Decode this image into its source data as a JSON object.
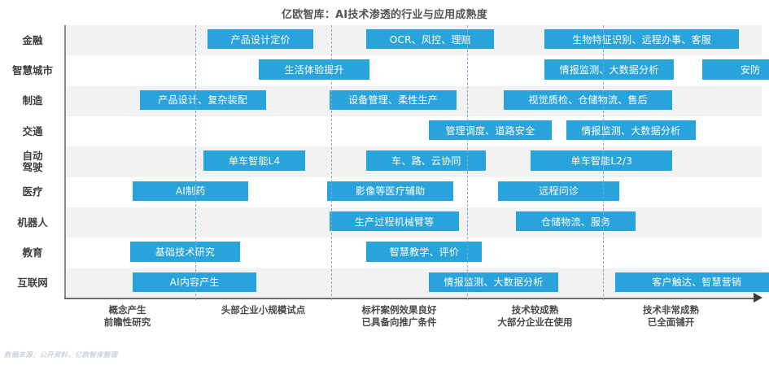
{
  "chart_data": {
    "type": "bar",
    "title": "亿欧智库：AI技术渗透的行业与应用成熟度",
    "xlabel": "",
    "ylabel": "",
    "grid": true,
    "legend_position": "none",
    "accent_color": "#29A3DC",
    "band_color": "#F2F2F2",
    "axis_color": "#6D6D6D",
    "gridline_color": "#7FA8C9",
    "xlim": [
      0,
      5
    ],
    "x_tick_positions": [
      0.5,
      1.5,
      2.5,
      3.5,
      4.5
    ],
    "x_tick_labels": [
      "概念产生\n前瞻性研究",
      "头部企业小规模试点",
      "标杆案例效果良好\n已具备向推广条件",
      "技术较成熟\n大部分企业在使用",
      "技术非常成熟\n已全面铺开"
    ],
    "x_ticks": [
      {
        "line1": "概念产生",
        "line2": "前瞻性研究"
      },
      {
        "line1": "头部企业小规模试点",
        "line2": ""
      },
      {
        "line1": "标杆案例效果良好",
        "line2": "已具备向推广条件"
      },
      {
        "line1": "技术较成熟",
        "line2": "大部分企业在使用"
      },
      {
        "line1": "技术非常成熟",
        "line2": "已全面铺开"
      }
    ],
    "categories": [
      "金融",
      "智慧城市",
      "制造",
      "交通",
      "自动驾驶",
      "医疗",
      "机器人",
      "教育",
      "互联网"
    ],
    "rows": [
      {
        "category": "金融",
        "label_line1": "金融",
        "label_line2": "",
        "bars": [
          {
            "label": "产品设计定价",
            "start": 1.09,
            "end": 1.87
          },
          {
            "label": "OCR、风控、理赔",
            "start": 2.26,
            "end": 3.2
          },
          {
            "label": "生物特征识别、远程办事、客服",
            "start": 3.57,
            "end": 5.0
          }
        ]
      },
      {
        "category": "智慧城市",
        "label_line1": "智慧城市",
        "label_line2": "",
        "bars": [
          {
            "label": "生活体验提升",
            "start": 1.47,
            "end": 2.28
          },
          {
            "label": "情报监测、大数据分析",
            "start": 3.57,
            "end": 4.52
          },
          {
            "label": "安防",
            "start": 4.73,
            "end": 5.44
          }
        ]
      },
      {
        "category": "制造",
        "label_line1": "制造",
        "label_line2": "",
        "bars": [
          {
            "label": "产品设计、复杂装配",
            "start": 0.59,
            "end": 1.52
          },
          {
            "label": "设备管理、柔性生产",
            "start": 1.99,
            "end": 2.92
          },
          {
            "label": "视觉质检、仓储物流、售后",
            "start": 3.27,
            "end": 4.51
          }
        ]
      },
      {
        "category": "交通",
        "label_line1": "交通",
        "label_line2": "",
        "bars": [
          {
            "label": "管理调度、道路安全",
            "start": 2.72,
            "end": 3.62
          },
          {
            "label": "情报监测、大数据分析",
            "start": 3.73,
            "end": 4.68
          }
        ]
      },
      {
        "category": "自动驾驶",
        "label_line1": "自动",
        "label_line2": "驾驶",
        "bars": [
          {
            "label": "单车智能L4",
            "start": 1.06,
            "end": 1.81
          },
          {
            "label": "车、路、云协同",
            "start": 2.26,
            "end": 3.14
          },
          {
            "label": "单车智能L2/3",
            "start": 3.47,
            "end": 4.51
          }
        ]
      },
      {
        "category": "医疗",
        "label_line1": "医疗",
        "label_line2": "",
        "bars": [
          {
            "label": "AI制药",
            "start": 0.54,
            "end": 1.39
          },
          {
            "label": "影像等医疗辅助",
            "start": 1.97,
            "end": 2.9
          },
          {
            "label": "远程问诊",
            "start": 3.23,
            "end": 4.12
          }
        ]
      },
      {
        "category": "机器人",
        "label_line1": "机器人",
        "label_line2": "",
        "bars": [
          {
            "label": "生产过程机械臂等",
            "start": 1.99,
            "end": 2.94
          },
          {
            "label": "仓储物流、服务",
            "start": 3.36,
            "end": 4.24
          }
        ]
      },
      {
        "category": "教育",
        "label_line1": "教育",
        "label_line2": "",
        "bars": [
          {
            "label": "基础技术研究",
            "start": 0.52,
            "end": 1.33
          },
          {
            "label": "智慧教学、评价",
            "start": 2.26,
            "end": 3.11
          }
        ]
      },
      {
        "category": "互联网",
        "label_line1": "互联网",
        "label_line2": "",
        "bars": [
          {
            "label": "AI内容产生",
            "start": 0.54,
            "end": 1.45
          },
          {
            "label": "情报监测、大数据分析",
            "start": 2.72,
            "end": 3.67
          },
          {
            "label": "客户触达、智慧营销",
            "start": 4.09,
            "end": 5.29
          }
        ]
      }
    ]
  },
  "footer": {
    "source_note": "数据来源：公开资料、亿欧智库整理"
  }
}
